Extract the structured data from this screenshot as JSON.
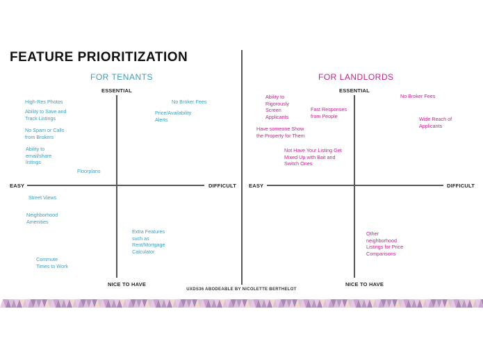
{
  "title": "FEATURE PRIORITIZATION",
  "footer": "UXDS36  ABODEABLE BY NICOLETTE BERTHELOT",
  "colors": {
    "tenant": "#3d9dbb",
    "landlord": "#c8218e",
    "axis": "#555555",
    "pattern": [
      "#e9c8e6",
      "#c9a5cf",
      "#a987b5",
      "#f2d9cf",
      "#d9c1d8",
      "#b49abf"
    ]
  },
  "tenants": {
    "heading": "FOR TENANTS",
    "axes": {
      "top": "ESSENTIAL",
      "bottom": "NICE TO HAVE",
      "left": "EASY",
      "right": "DIFFICULT"
    },
    "features": [
      {
        "id": "high-res-photos",
        "text": "High-Res Photos"
      },
      {
        "id": "save-track-listings",
        "text": "Ability to Save and\nTrack Listings"
      },
      {
        "id": "no-spam",
        "text": "No Spam or Calls\nfrom Brokers"
      },
      {
        "id": "email-share",
        "text": "Ability to\nemail/share\nlistings"
      },
      {
        "id": "floorplans",
        "text": "Floorplans"
      },
      {
        "id": "no-broker-fees",
        "text": "No Broker Fees"
      },
      {
        "id": "price-alerts",
        "text": "Price/Availability\nAlerts"
      },
      {
        "id": "street-views",
        "text": "Street Views"
      },
      {
        "id": "neighborhood-amenities",
        "text": "Neighborhood\nAmenities"
      },
      {
        "id": "extra-features",
        "text": "Extra Features\nsuch as\nRent/Mortgage\nCalculator"
      },
      {
        "id": "commute-times",
        "text": "Commute\nTimes to Work"
      }
    ]
  },
  "landlords": {
    "heading": "FOR LANDLORDS",
    "axes": {
      "top": "ESSENTIAL",
      "bottom": "NICE TO HAVE",
      "left": "EASY",
      "right": "DIFFICULT"
    },
    "features": [
      {
        "id": "screen-applicants",
        "text": "Ability to\nRigorously\nScreen\nApplicants"
      },
      {
        "id": "fast-responses",
        "text": "Fast Responses\nfrom People"
      },
      {
        "id": "show-property",
        "text": "Have someone Show\nthe Property for Them"
      },
      {
        "id": "no-bait-switch",
        "text": "Not Have Your Listing Get\nMixed Up with Bait and\nSwitch Ones"
      },
      {
        "id": "no-broker-fees",
        "text": "No Broker Fees"
      },
      {
        "id": "wide-reach",
        "text": "Wide Reach of\nApplicants"
      },
      {
        "id": "comparisons",
        "text": "Other\nneighborhood\nListings for Price\nComparisons"
      }
    ]
  }
}
